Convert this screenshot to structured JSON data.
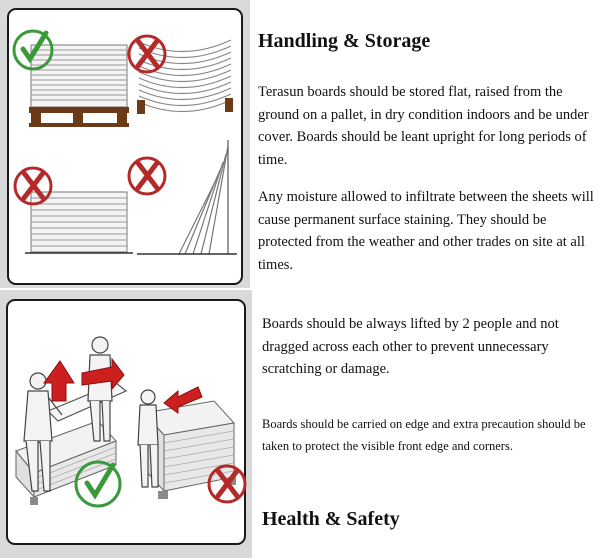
{
  "sections": {
    "handling_storage": {
      "heading": "Handling & Storage",
      "paragraph_1": "Terasun boards should be stored flat, raised from the ground on a pallet, in dry condition indoors and be under cover. Boards should be leant upright for long periods of time.",
      "paragraph_2": "Any moisture allowed to infiltrate between the sheets will cause permanent surface staining. They should be protected from the weather and other trades on site at all times."
    },
    "lifting": {
      "paragraph_1": "Boards should be always lifted by 2 people and not dragged across each other to prevent unnecessary scratching or damage.",
      "paragraph_2": "Boards should be carried on edge and extra precaution should be taken to protect the visible front edge and corners."
    },
    "health_safety": {
      "heading": "Health & Safety"
    }
  },
  "icons": {
    "correct": "check-icon",
    "incorrect": "cross-icon"
  },
  "colors": {
    "correct": "#3a9a3a",
    "incorrect": "#b42a2a",
    "arrow": "#cc1f1f",
    "panel_border": "#1a1a1a"
  }
}
